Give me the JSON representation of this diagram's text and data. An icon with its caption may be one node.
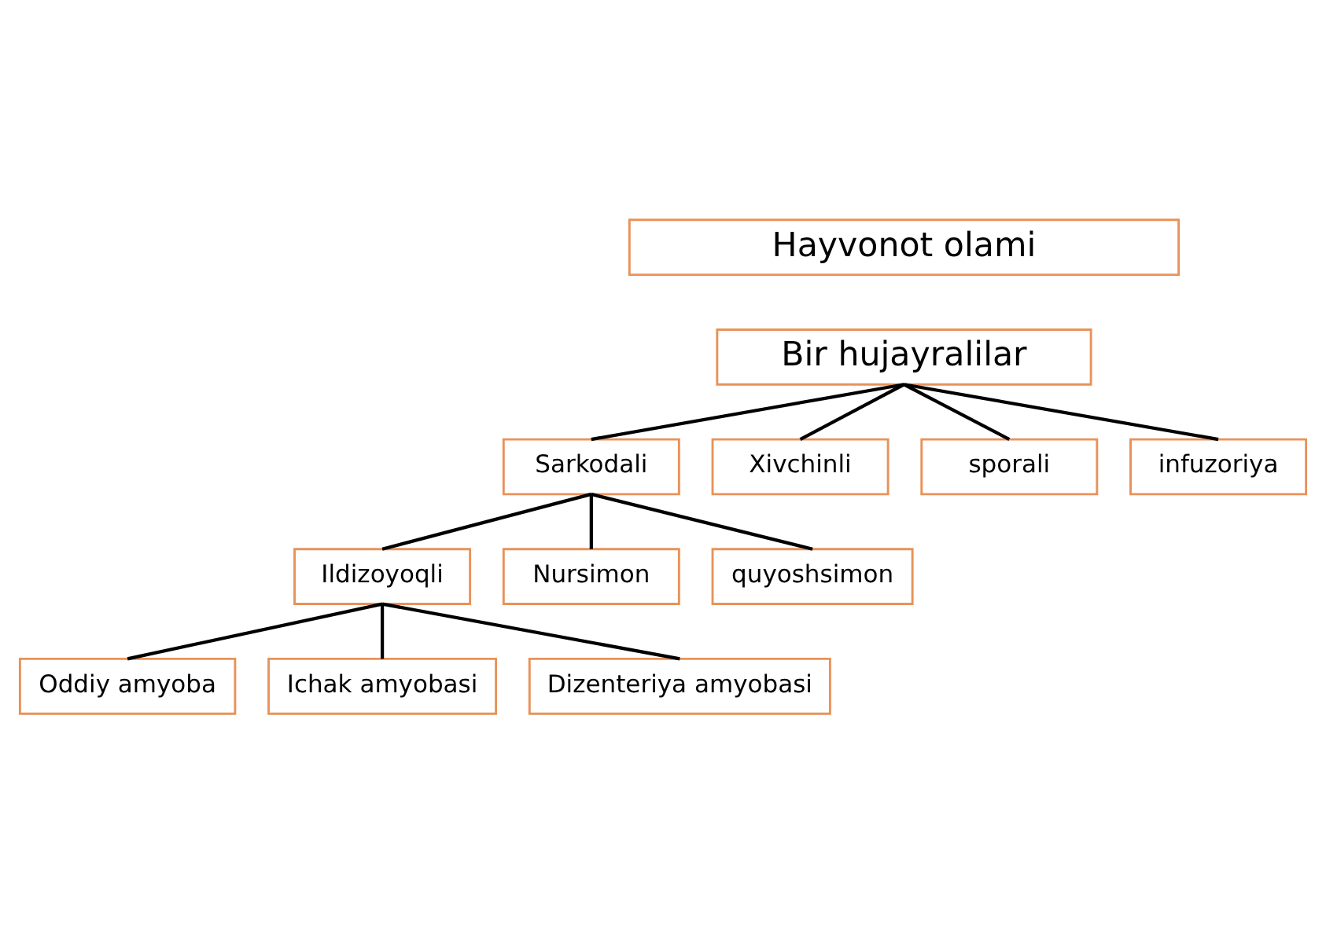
{
  "diagram": {
    "nodes": [
      {
        "text": [
          "Hayvonot olami"
        ]
      },
      {
        "text": [
          "Bir hujayralilar"
        ]
      },
      {
        "text": [
          "Sarkodali"
        ]
      },
      {
        "text": [
          "Xivchinli"
        ]
      },
      {
        "text": [
          "sporali"
        ]
      },
      {
        "text": [
          "infuzoriya"
        ]
      },
      {
        "text": [
          "Ildizoyoqli"
        ]
      },
      {
        "text": [
          "Nursimon"
        ]
      },
      {
        "text": [
          "quyoshsimon"
        ]
      },
      {
        "text": [
          "Oddiy amyoba"
        ]
      },
      {
        "text": [
          "Ichak amyobasi"
        ]
      },
      {
        "text": [
          "Dizenteriya amyobasi"
        ]
      }
    ],
    "edges": [
      {
        "from": 1,
        "to": 2,
        "arrow": "none"
      },
      {
        "from": 1,
        "to": 3,
        "arrow": "none"
      },
      {
        "from": 1,
        "to": 4,
        "arrow": "none"
      },
      {
        "from": 1,
        "to": 5,
        "arrow": "none"
      },
      {
        "from": 2,
        "to": 6,
        "arrow": "none"
      },
      {
        "from": 2,
        "to": 7,
        "arrow": "none"
      },
      {
        "from": 2,
        "to": 8,
        "arrow": "none"
      },
      {
        "from": 6,
        "to": 9,
        "arrow": "none"
      },
      {
        "from": 6,
        "to": 10,
        "arrow": "none"
      },
      {
        "from": 6,
        "to": 11,
        "arrow": "none"
      }
    ]
  }
}
